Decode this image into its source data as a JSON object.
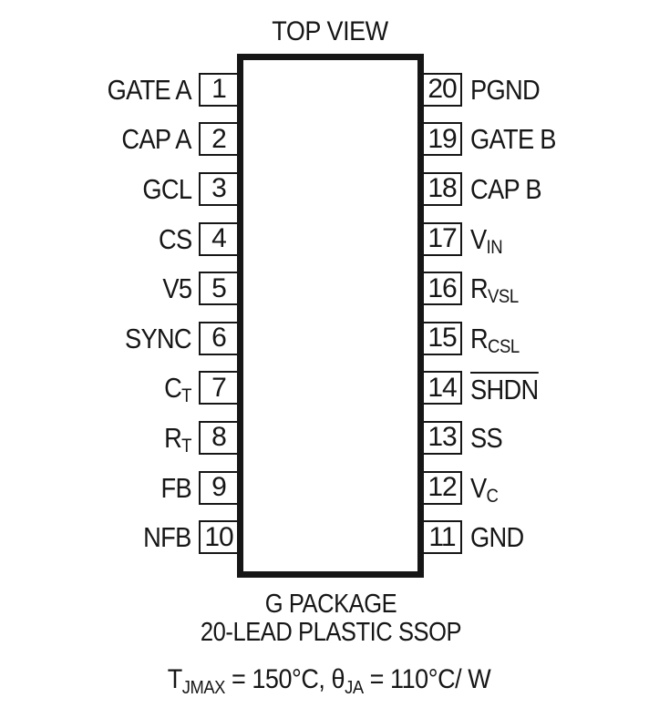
{
  "title": "TOP VIEW",
  "pins": {
    "left": [
      {
        "num": "1",
        "main": "GATE A",
        "sub": ""
      },
      {
        "num": "2",
        "main": "CAP A",
        "sub": ""
      },
      {
        "num": "3",
        "main": "GCL",
        "sub": ""
      },
      {
        "num": "4",
        "main": "CS",
        "sub": ""
      },
      {
        "num": "5",
        "main": "V5",
        "sub": ""
      },
      {
        "num": "6",
        "main": "SYNC",
        "sub": ""
      },
      {
        "num": "7",
        "main": "C",
        "sub": "T"
      },
      {
        "num": "8",
        "main": "R",
        "sub": "T"
      },
      {
        "num": "9",
        "main": "FB",
        "sub": ""
      },
      {
        "num": "10",
        "main": "NFB",
        "sub": ""
      }
    ],
    "right": [
      {
        "num": "20",
        "main": "PGND",
        "sub": ""
      },
      {
        "num": "19",
        "main": "GATE B",
        "sub": ""
      },
      {
        "num": "18",
        "main": "CAP B",
        "sub": ""
      },
      {
        "num": "17",
        "main": "V",
        "sub": "IN"
      },
      {
        "num": "16",
        "main": "R",
        "sub": "VSL"
      },
      {
        "num": "15",
        "main": "R",
        "sub": "CSL"
      },
      {
        "num": "14",
        "main": "SHDN",
        "sub": "",
        "overline": true
      },
      {
        "num": "13",
        "main": "SS",
        "sub": ""
      },
      {
        "num": "12",
        "main": "V",
        "sub": "C"
      },
      {
        "num": "11",
        "main": "GND",
        "sub": ""
      }
    ]
  },
  "footer": {
    "package_line1": "G PACKAGE",
    "package_line2": "20-LEAD PLASTIC SSOP",
    "note": [
      {
        "t": "T"
      },
      {
        "s": "JMAX"
      },
      {
        "t": " = 150°C, "
      },
      {
        "t": "θ"
      },
      {
        "s": "JA"
      },
      {
        "t": " = 110°C/ W"
      }
    ]
  },
  "colors": {
    "ink": "#161616",
    "background": "#ffffff"
  }
}
